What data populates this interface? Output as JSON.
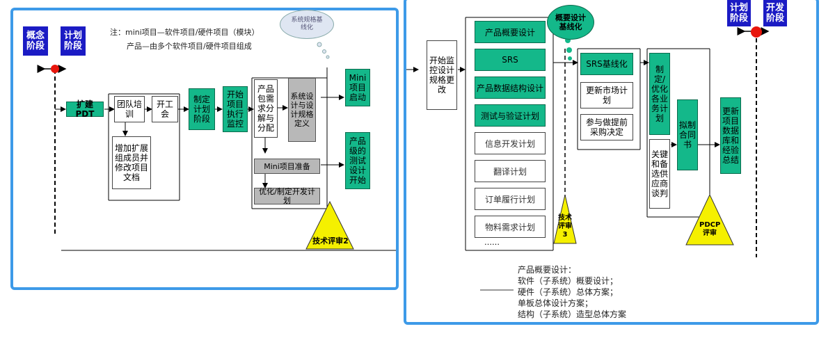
{
  "colors": {
    "frame": "#3d9ae8",
    "phase": "#1b1bc4",
    "green": "#14b88a",
    "gray": "#b8b8b8",
    "review": "#f5f000",
    "marker": "#e8160c"
  },
  "left": {
    "phase_concept": "概念阶段",
    "phase_plan": "计划阶段",
    "note_line1": "注：mini项目—软件项目/硬件项目（模块）",
    "note_line2": "产品—由多个软件项目/硬件项目组成",
    "cloud_text": "系统规格基线化",
    "expand_pdt": "扩建PDT",
    "team_training": "团队培训",
    "kickoff": "开工会",
    "add_members": "增加扩展组成员并修改项目文档",
    "make_plan": "制定计划阶段",
    "start_exec": "开始项目执行监控",
    "product_decompose": "产品包需求分解与分配",
    "system_design": "系统设计与设计规格定义",
    "mini_prep": "Mini项目准备",
    "optimize_plan": "优化/制定开发计划",
    "mini_start": "Mini项目启动",
    "product_test": "产品级的测试设计开始",
    "review2": "技术评审2"
  },
  "right": {
    "start_monitor": "开始监控设计规格更改",
    "cloud_text": "概要设计基线化",
    "list": [
      {
        "label": "产品概要设计",
        "green": true
      },
      {
        "label": "SRS",
        "green": true
      },
      {
        "label": "产品数据结构设计",
        "green": true
      },
      {
        "label": "测试与验证计划",
        "green": true
      },
      {
        "label": "信息开发计划",
        "green": false
      },
      {
        "label": "翻译计划",
        "green": false
      },
      {
        "label": "订单履行计划",
        "green": false
      },
      {
        "label": "物料需求计划",
        "green": false
      }
    ],
    "list_more": "……",
    "review3": "技术评审3",
    "srs_baseline": "SRS基线化",
    "update_market": "更新市场计划",
    "procurement": "参与做提前采购决定",
    "make_biz_plan": "制定/优化各业务计划",
    "key_suppliers": "关键和备选供应商谈判",
    "draft_contract": "拟制合同书",
    "update_db": "更新项目数据库和经验总结",
    "pdcp_review": "PDCP评审",
    "phase_plan": "计划阶段",
    "phase_dev": "开发阶段",
    "footer_lines": [
      "产品概要设计：",
      "软件（子系统）概要设计；",
      "硬件（子系统）总体方案；",
      "单板总体设计方案；",
      "结构（子系统）造型总体方案"
    ]
  }
}
